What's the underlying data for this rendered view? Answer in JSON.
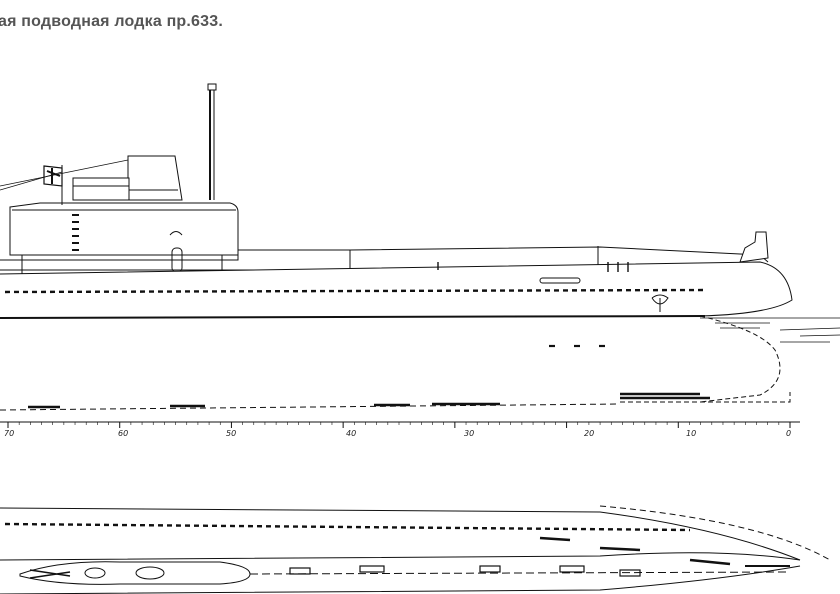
{
  "title": "ая подводная лодка пр.633.",
  "scale": {
    "labels": [
      "70",
      "60",
      "50",
      "40",
      "30",
      "20",
      "10",
      "0"
    ]
  },
  "colors": {
    "ink": "#111111",
    "title": "#555555",
    "paper": "#ffffff"
  }
}
